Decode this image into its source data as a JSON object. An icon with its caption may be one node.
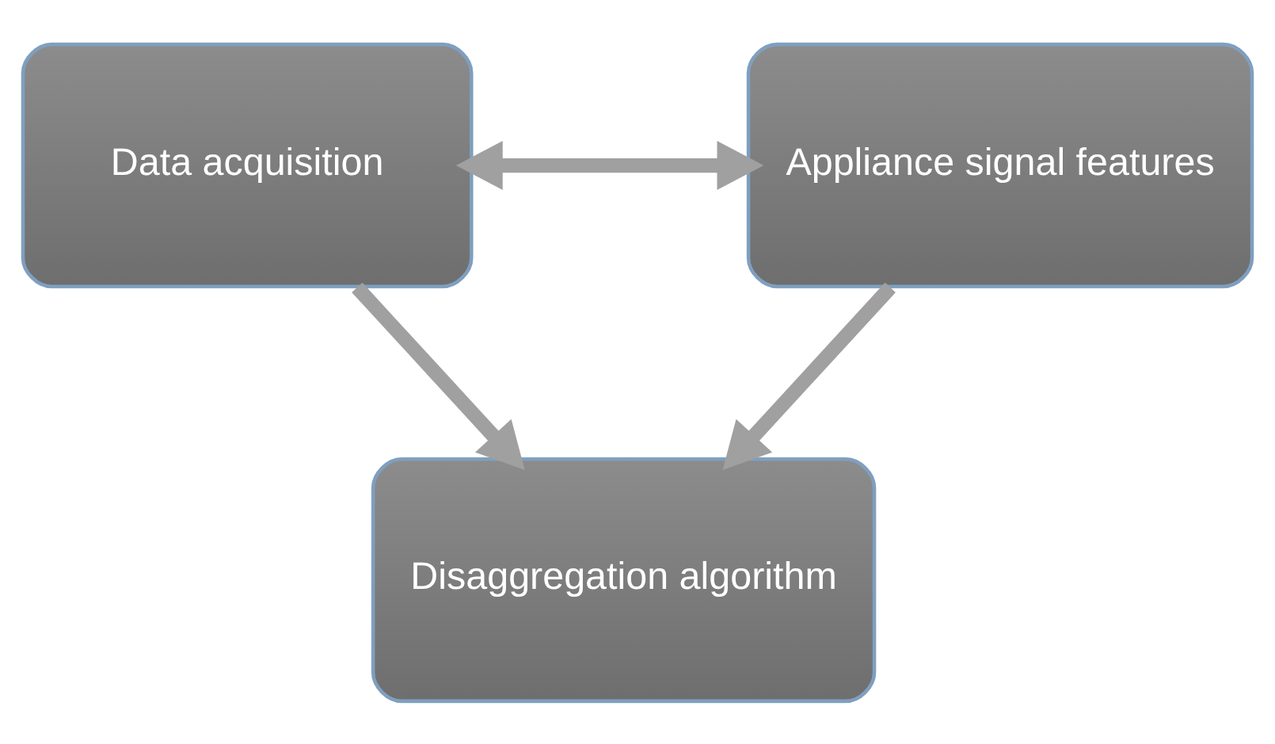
{
  "diagram": {
    "nodes": [
      {
        "text": [
          "Data acquisition"
        ]
      },
      {
        "text": [
          "Appliance signal features"
        ]
      },
      {
        "text": [
          "Disaggregation algorithm"
        ]
      }
    ],
    "edges": [
      {
        "from": 0,
        "to": 1,
        "arrow": "both"
      },
      {
        "from": 0,
        "to": 2,
        "arrow": "to"
      },
      {
        "from": 1,
        "to": 2,
        "arrow": "to"
      }
    ]
  }
}
